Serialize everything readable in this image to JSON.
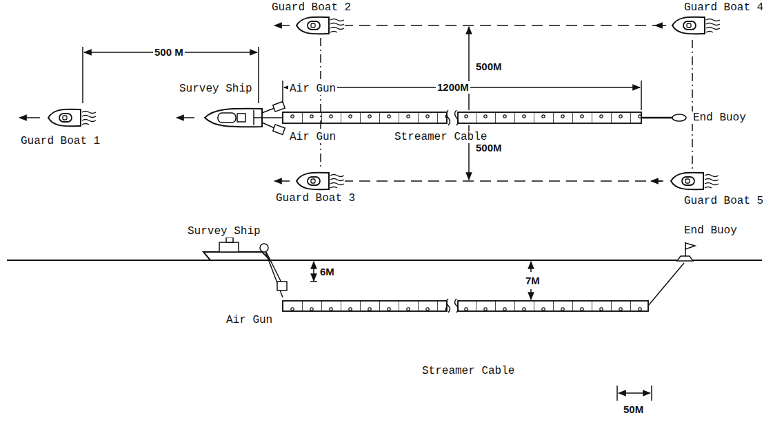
{
  "diagram": {
    "labels": [
      "Guard Boat 2",
      "Guard Boat 4",
      "500 M",
      "Survey Ship",
      "Air Gun",
      "1200M",
      "500M",
      "Guard Boat 1",
      "Air Gun",
      "Streamer Cable",
      "End Buoy",
      "500M",
      "Guard Boat 3",
      "Guard Boat 5",
      "Survey Ship",
      "End Buoy",
      "6M",
      "7M",
      "Air Gun",
      "Streamer Cable",
      "50M"
    ]
  }
}
